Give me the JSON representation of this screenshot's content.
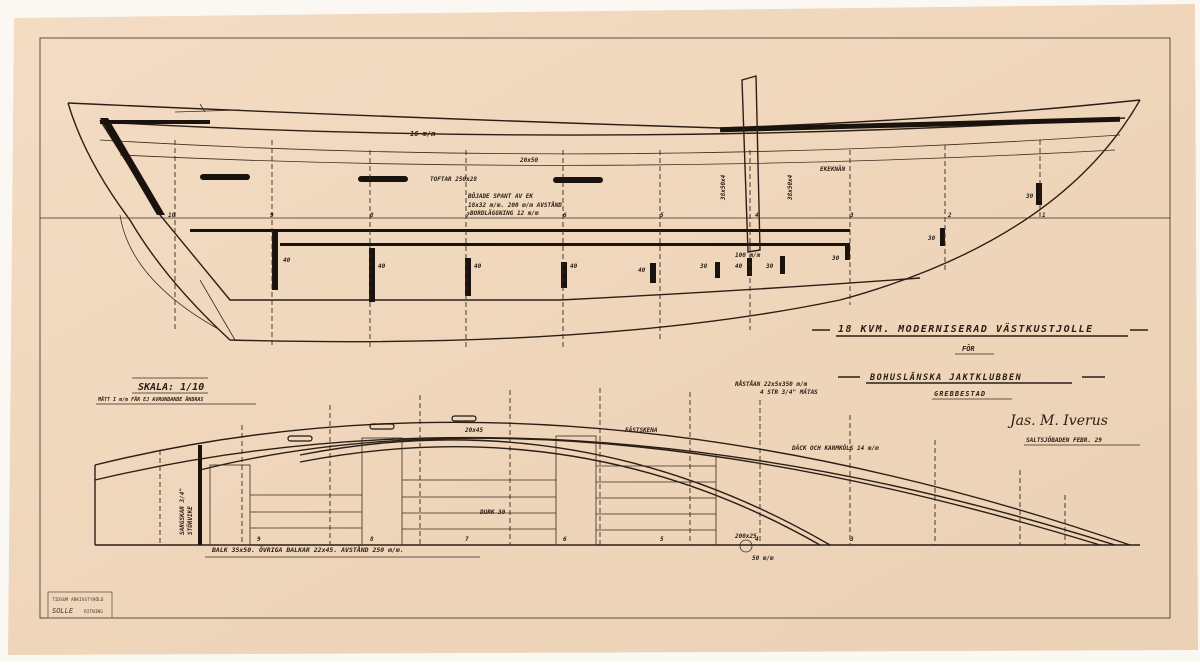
{
  "profile": {
    "planking_note": "16 m/m",
    "gunwale_note": "20x50",
    "thwarts_note": "TOFTAR 250x28",
    "frames_note_1": "BÖJADE SPANT AV EK",
    "frames_note_2": "18x32 m/m. 200 m/m AVSTÅND",
    "frames_note_3": "BORDLÄGGNING 12 m/m",
    "knee_note": "EKEKNÄN",
    "mast_dim_1": "38x50x4",
    "mast_dim_2": "38x50x4",
    "mast_block": "100 m/m",
    "station_numbers": [
      "10",
      "9",
      "8",
      "7",
      "6",
      "5",
      "4",
      "3",
      "2",
      "1"
    ],
    "frame_marks": [
      "40",
      "40",
      "40",
      "40",
      "40",
      "30",
      "40",
      "30",
      "30",
      "30",
      "30"
    ]
  },
  "plan": {
    "deck_note": "20x45",
    "rail_note": "FÄSTSKENA",
    "rowlock_note_1": "RÅSTÅAN 22x5x350 m/m",
    "rowlock_note_2": "4 STR 3/4\" MÄTAS",
    "deck_margin_note": "DÄCK OCH KARMKÖLS 14 m/m",
    "floor_note": "DURK 30",
    "transom_note_1": "SARGSKAR 3/4\"",
    "transom_note_2": "STÖRVIKE",
    "beam_note": "BALK 35x50. ÖVRIGA BALKAR 22x45. AVSTÅND 250 m/m.",
    "centre_note": "200x25",
    "dim_note": "50 m/m",
    "station_numbers": [
      "9",
      "8",
      "7",
      "6",
      "5",
      "4",
      "3"
    ]
  },
  "title_block": {
    "title": "18 KVM. MODERNISERAD VÄSTKUSTJOLLE",
    "for": "FÖR",
    "club": "BOHUSLÄNSKA JAKTKLUBBEN",
    "town": "GREBBESTAD",
    "signature": "Jas. M. Iverus",
    "place_date": "SALTSJÖBADEN FEBR. 29"
  },
  "scale": {
    "label": "SKALA: 1/10",
    "note": "MÅTT I m/m FÅR EJ AVRUNDANDE ÄNDRAS"
  },
  "stamp": {
    "line1": "TIDSUM ARKIVSTYRÖLD",
    "line2": "SOLLE",
    "line3": "RITNING"
  },
  "colors": {
    "paper": "#efd7bd",
    "ink": "#1f150e"
  }
}
